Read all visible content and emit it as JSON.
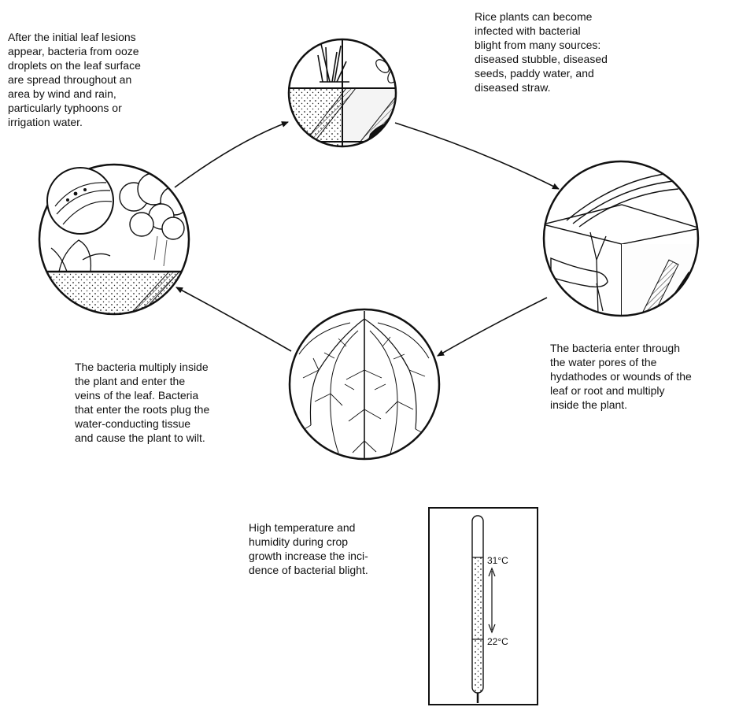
{
  "captions": {
    "top_left": [
      "After the initial leaf lesions",
      "appear, bacteria from ooze",
      "droplets on the leaf surface",
      "are spread throughout an",
      "area by wind and rain,",
      "particularly typhoons or",
      "irrigation water."
    ],
    "top_right": [
      "Rice plants can become",
      "infected with bacterial",
      "blight from many sources:",
      "diseased stubble, diseased",
      "seeds, paddy water, and",
      "diseased straw."
    ],
    "bottom_right": [
      "The bacteria enter through",
      "the water pores of the",
      "hydathodes or wounds of the",
      "leaf or root and multiply",
      "inside the plant."
    ],
    "bottom_left": [
      "The bacteria multiply inside",
      "the plant and enter the",
      "veins of the leaf. Bacteria",
      "that enter the roots plug the",
      "water-conducting tissue",
      "and cause the plant to wilt."
    ],
    "temperature": [
      "High temperature and",
      "humidity during crop",
      "growth increase the inci-",
      "dence of bacterial blight."
    ]
  },
  "thermometer": {
    "high_label": "31°C",
    "low_label": "22°C"
  }
}
